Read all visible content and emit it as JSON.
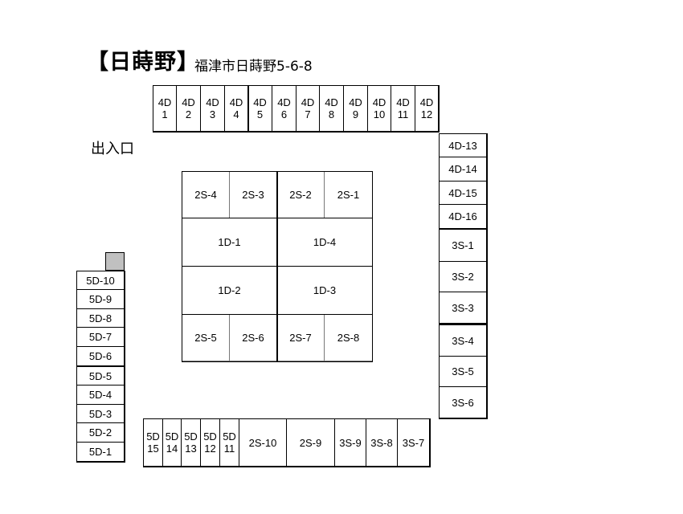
{
  "header": {
    "title": "【日蒔野】",
    "address": "福津市日蒔野5-6-8"
  },
  "entrance_label": "出入口",
  "top_row": [
    {
      "code": "4D",
      "num": "1"
    },
    {
      "code": "4D",
      "num": "2"
    },
    {
      "code": "4D",
      "num": "3"
    },
    {
      "code": "4D",
      "num": "4"
    },
    {
      "code": "4D",
      "num": "5"
    },
    {
      "code": "4D",
      "num": "6"
    },
    {
      "code": "4D",
      "num": "7"
    },
    {
      "code": "4D",
      "num": "8"
    },
    {
      "code": "4D",
      "num": "9"
    },
    {
      "code": "4D",
      "num": "10"
    },
    {
      "code": "4D",
      "num": "11"
    },
    {
      "code": "4D",
      "num": "12"
    }
  ],
  "right_column": [
    "4D-13",
    "4D-14",
    "4D-15",
    "4D-16",
    "3S-1",
    "3S-2",
    "3S-3",
    "3S-4",
    "3S-5",
    "3S-6"
  ],
  "left_column": [
    "5D-10",
    "5D-9",
    "5D-8",
    "5D-7",
    "5D-6",
    "5D-5",
    "5D-4",
    "5D-3",
    "5D-2",
    "5D-1"
  ],
  "bottom_row": {
    "narrow": [
      {
        "code": "5D",
        "num": "15"
      },
      {
        "code": "5D",
        "num": "14"
      },
      {
        "code": "5D",
        "num": "13"
      },
      {
        "code": "5D",
        "num": "12"
      },
      {
        "code": "5D",
        "num": "11"
      }
    ],
    "wide": [
      "2S-10",
      "2S-9"
    ],
    "small": [
      "3S-9",
      "3S-8",
      "3S-7"
    ]
  },
  "center": {
    "top": [
      "2S-4",
      "2S-3",
      "2S-2",
      "2S-1"
    ],
    "middle1": [
      "1D-1",
      "1D-4"
    ],
    "middle2": [
      "1D-2",
      "1D-3"
    ],
    "bottom": [
      "2S-5",
      "2S-6",
      "2S-7",
      "2S-8"
    ]
  }
}
